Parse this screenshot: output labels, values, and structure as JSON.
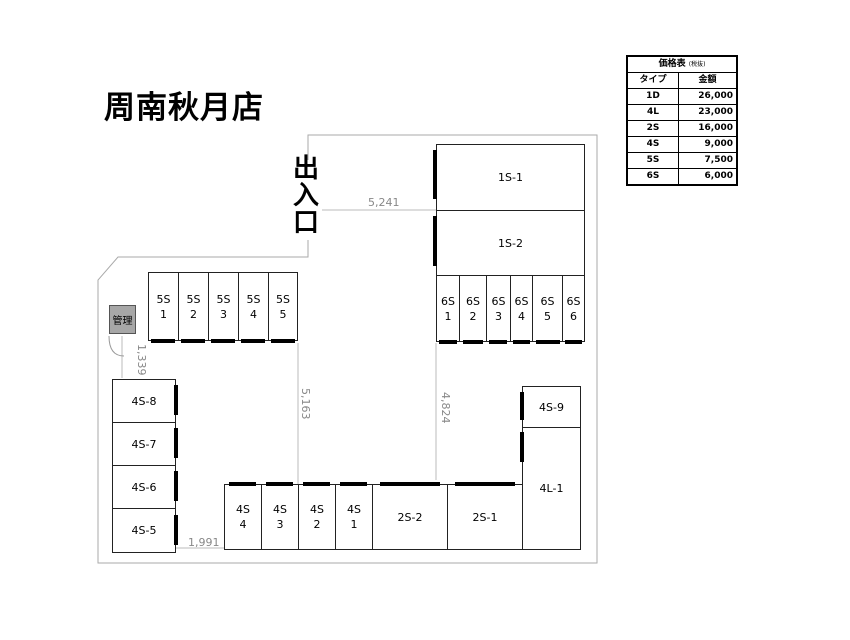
{
  "store_name": "周南秋月店",
  "entrance_label": [
    "出",
    "入",
    "口"
  ],
  "office_label": "管理",
  "price_table": {
    "caption": "価格表",
    "caption_note": "(税抜)",
    "headers": [
      "タイプ",
      "金額"
    ],
    "rows": [
      {
        "type": "1D",
        "price": "26,000"
      },
      {
        "type": "4L",
        "price": "23,000"
      },
      {
        "type": "2S",
        "price": "16,000"
      },
      {
        "type": "4S",
        "price": "9,000"
      },
      {
        "type": "5S",
        "price": "7,500"
      },
      {
        "type": "6S",
        "price": "6,000"
      }
    ]
  },
  "dimensions": {
    "entrance_gap": "5,241",
    "office_gap": "1,339",
    "left_aisle": "5,163",
    "right_aisle": "4,824",
    "bottom_gap": "1,991"
  },
  "units": {
    "u1S1": "1S-1",
    "u1S2": "1S-2",
    "u6S1": "6S\n1",
    "u6S2": "6S\n2",
    "u6S3": "6S\n3",
    "u6S4": "6S\n4",
    "u6S5": "6S\n5",
    "u6S6": "6S\n6",
    "u5S1": "5S\n1",
    "u5S2": "5S\n2",
    "u5S3": "5S\n3",
    "u5S4": "5S\n4",
    "u5S5": "5S\n5",
    "u4S8": "4S-8",
    "u4S7": "4S-7",
    "u4S6": "4S-6",
    "u4S5": "4S-5",
    "u4Sb4": "4S\n4",
    "u4Sb3": "4S\n3",
    "u4Sb2": "4S\n2",
    "u4Sb1": "4S\n1",
    "u2S2": "2S-2",
    "u2S1": "2S-1",
    "u4S9": "4S-9",
    "u4L1": "4L-1"
  }
}
